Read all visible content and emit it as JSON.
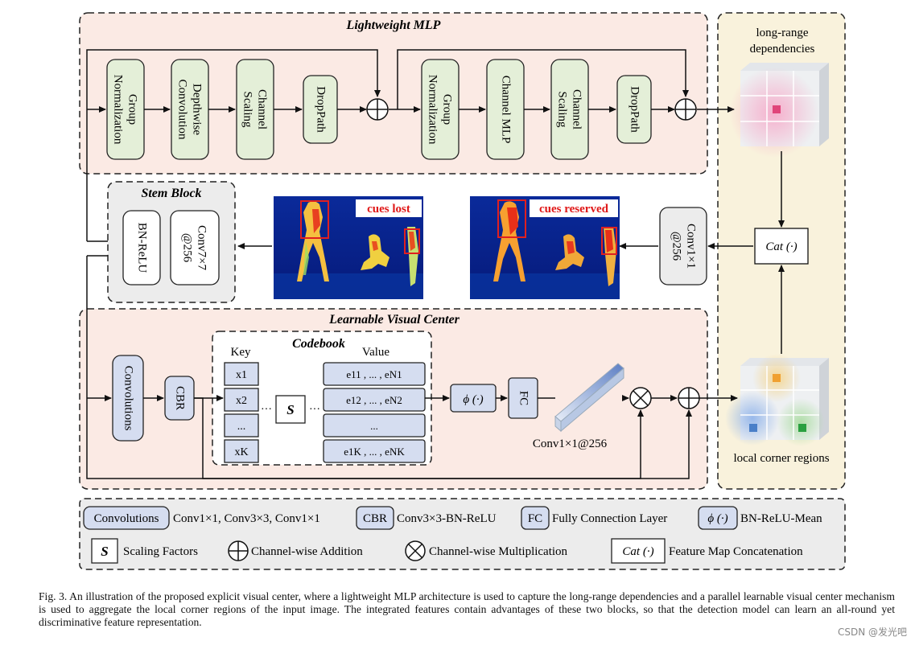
{
  "sections": {
    "mlp": "Lightweight MLP",
    "stem": "Stem Block",
    "lvc": "Learnable Visual Center",
    "codebook": "Codebook"
  },
  "mlp_blocks": [
    [
      "Group",
      "Normalization"
    ],
    [
      "Depthwise",
      "Convolution"
    ],
    [
      "Channel",
      "Scaling"
    ],
    [
      "DropPath"
    ],
    [
      "Group",
      "Normalization"
    ],
    [
      "Channel MLP"
    ],
    [
      "Channel",
      "Scaling"
    ],
    [
      "DropPath"
    ]
  ],
  "right_panel": {
    "top_label": [
      "long-range",
      "dependencies"
    ],
    "bottom_label": "local corner regions",
    "cat": "Cat (·)",
    "conv_box": [
      "Conv1×1",
      "@256"
    ]
  },
  "stem_blocks": {
    "left": "BN-ReLU",
    "right": [
      "Conv7×7",
      "@256"
    ]
  },
  "heatmaps": {
    "left_tag": "cues lost",
    "right_tag": "cues reserved"
  },
  "lvc": {
    "convolutions": "Convolutions",
    "cbr": "CBR",
    "key_header": "Key",
    "value_header": "Value",
    "keys": [
      "x1",
      "x2",
      "...",
      "xK"
    ],
    "values": [
      "e11 , ... , eN1",
      "e12 , ... , eN2",
      "...",
      "e1K , ... , eNK"
    ],
    "dots": "···",
    "s_symbol": "S",
    "phi": "ϕ (·)",
    "fc": "FC",
    "conv_label": "Conv1×1@256"
  },
  "legend": {
    "row1": [
      {
        "symbol": "Convolutions",
        "text": "Conv1×1, Conv3×3, Conv1×1"
      },
      {
        "symbol": "CBR",
        "text": "Conv3×3-BN-ReLU"
      },
      {
        "symbol": "FC",
        "text": "Fully Connection Layer"
      },
      {
        "symbol": "ϕ (·)",
        "text": "BN-ReLU-Mean"
      }
    ],
    "row2": [
      {
        "symbol": "S",
        "text": "Scaling Factors"
      },
      {
        "symbol": "⊕",
        "text": "Channel-wise Addition"
      },
      {
        "symbol": "⊗",
        "text": "Channel-wise Multiplication"
      },
      {
        "symbol": "Cat (·)",
        "text": "Feature Map Concatenation"
      }
    ]
  },
  "colors": {
    "mlp_bg": "#fbeae4",
    "right_bg": "#f9f2dc",
    "stem_bg": "#ececec",
    "block_green": "#e4efd8",
    "block_blue": "#d5ddf0",
    "legend_bg": "#ececec"
  },
  "caption": "Fig. 3.  An illustration of the proposed explicit visual center, where a lightweight MLP architecture is used to capture the long-range dependencies and a parallel learnable visual center mechanism is used to aggregate the local corner regions of the input image. The integrated features contain advantages of these two blocks, so that the detection model can learn an all-round yet discriminative feature representation.",
  "watermark": "CSDN @发光吧"
}
